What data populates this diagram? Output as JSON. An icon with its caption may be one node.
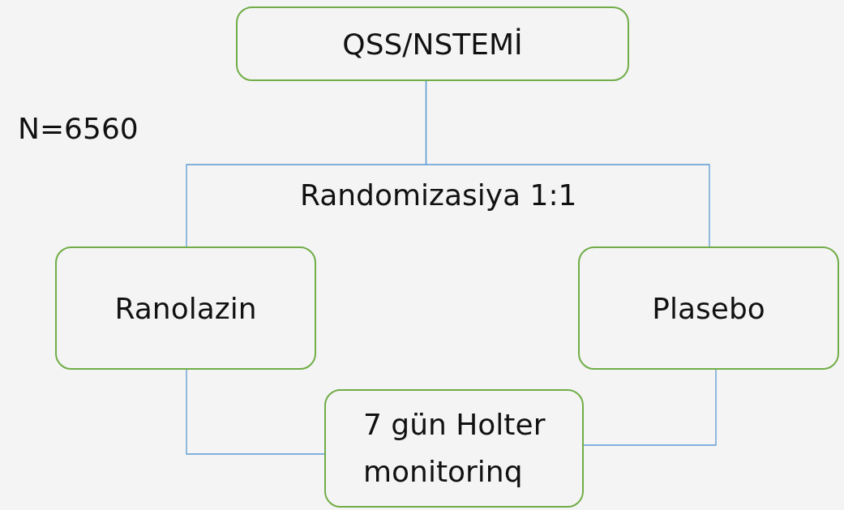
{
  "diagram": {
    "nodes": [
      {
        "text": [
          "QSS/NSTEMİ"
        ]
      },
      {
        "text": [
          "Ranolazin"
        ]
      },
      {
        "text": [
          "Plasebo"
        ]
      },
      {
        "text": [
          "7 gün Holter monitorinq"
        ]
      }
    ],
    "edges": [
      {
        "from": 0,
        "to": 1,
        "arrow": "none"
      },
      {
        "from": 0,
        "to": 2,
        "arrow": "none"
      },
      {
        "from": 1,
        "to": 3,
        "arrow": "none"
      },
      {
        "from": 2,
        "to": 3,
        "arrow": "none"
      }
    ],
    "labels": [
      "N=6560",
      "Randomizasiya 1:1"
    ]
  }
}
